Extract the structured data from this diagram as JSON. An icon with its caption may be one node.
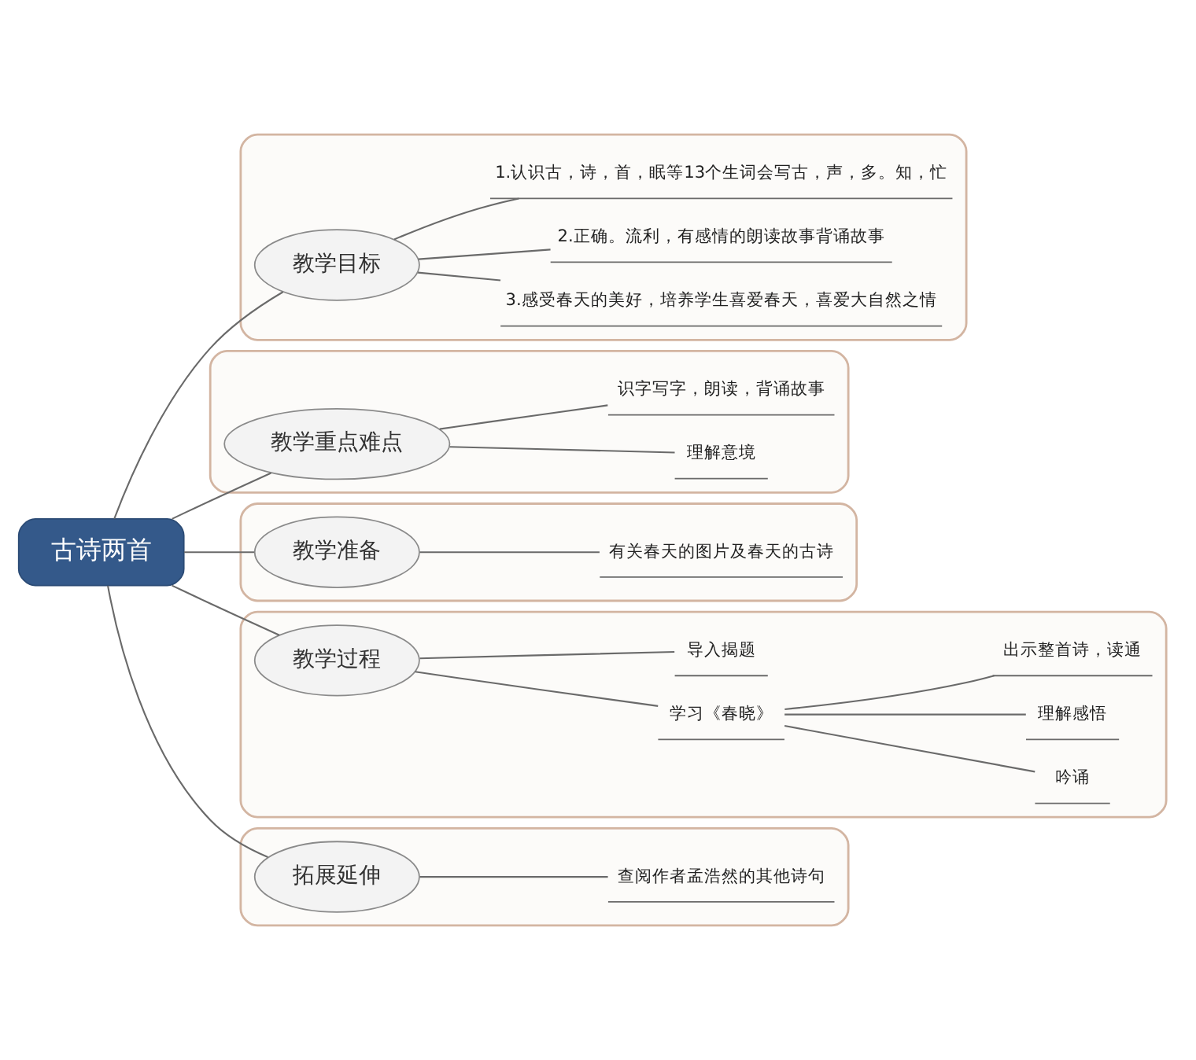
{
  "diagram": {
    "nodes": [
      {
        "text": [
          "古诗两首"
        ]
      },
      {
        "text": [],
        "shape": "box"
      },
      {
        "text": [
          "教学目标"
        ],
        "in": 1
      },
      {
        "text": [
          "1.认识古，诗，首，眠等13个生词会写古，声，多。知，忙"
        ],
        "in": 1
      },
      {
        "text": [
          "2.正确。流利，有感情的朗读故事背诵故事"
        ],
        "in": 1
      },
      {
        "text": [
          "3.感受春天的美好，培养学生喜爱春天，喜爱大自然之情"
        ],
        "in": 1
      },
      {
        "text": [],
        "shape": "box"
      },
      {
        "text": [
          "教学重点难点"
        ],
        "in": 6
      },
      {
        "text": [
          "识字写字，朗读，背诵故事"
        ],
        "in": 6
      },
      {
        "text": [
          "理解意境"
        ],
        "in": 6
      },
      {
        "text": [],
        "shape": "box"
      },
      {
        "text": [
          "教学准备"
        ],
        "in": 10
      },
      {
        "text": [
          "有关春天的图片及春天的古诗"
        ],
        "in": 10
      },
      {
        "text": [],
        "shape": "box"
      },
      {
        "text": [
          "教学过程"
        ],
        "in": 13
      },
      {
        "text": [
          "导入揭题"
        ],
        "in": 13
      },
      {
        "text": [
          "学习《春晓》"
        ],
        "in": 13
      },
      {
        "text": [
          "出示整首诗，读通"
        ],
        "in": 13
      },
      {
        "text": [
          "理解感悟"
        ],
        "in": 13
      },
      {
        "text": [
          "吟诵"
        ],
        "in": 13
      },
      {
        "text": [],
        "shape": "box"
      },
      {
        "text": [
          "拓展延伸"
        ],
        "in": 20
      },
      {
        "text": [
          "查阅作者孟浩然的其他诗句"
        ],
        "in": 20
      }
    ],
    "edges": [
      {
        "from": 0,
        "to": 2,
        "arrow": "none"
      },
      {
        "from": 0,
        "to": 7,
        "arrow": "none"
      },
      {
        "from": 0,
        "to": 11,
        "arrow": "none"
      },
      {
        "from": 0,
        "to": 14,
        "arrow": "none"
      },
      {
        "from": 0,
        "to": 21,
        "arrow": "none"
      },
      {
        "from": 2,
        "to": 3,
        "arrow": "none"
      },
      {
        "from": 2,
        "to": 4,
        "arrow": "none"
      },
      {
        "from": 2,
        "to": 5,
        "arrow": "none"
      },
      {
        "from": 7,
        "to": 8,
        "arrow": "none"
      },
      {
        "from": 7,
        "to": 9,
        "arrow": "none"
      },
      {
        "from": 11,
        "to": 12,
        "arrow": "none"
      },
      {
        "from": 14,
        "to": 15,
        "arrow": "none"
      },
      {
        "from": 14,
        "to": 16,
        "arrow": "none"
      },
      {
        "from": 16,
        "to": 17,
        "arrow": "none"
      },
      {
        "from": 16,
        "to": 18,
        "arrow": "none"
      },
      {
        "from": 16,
        "to": 19,
        "arrow": "none"
      },
      {
        "from": 21,
        "to": 22,
        "arrow": "none"
      }
    ]
  }
}
